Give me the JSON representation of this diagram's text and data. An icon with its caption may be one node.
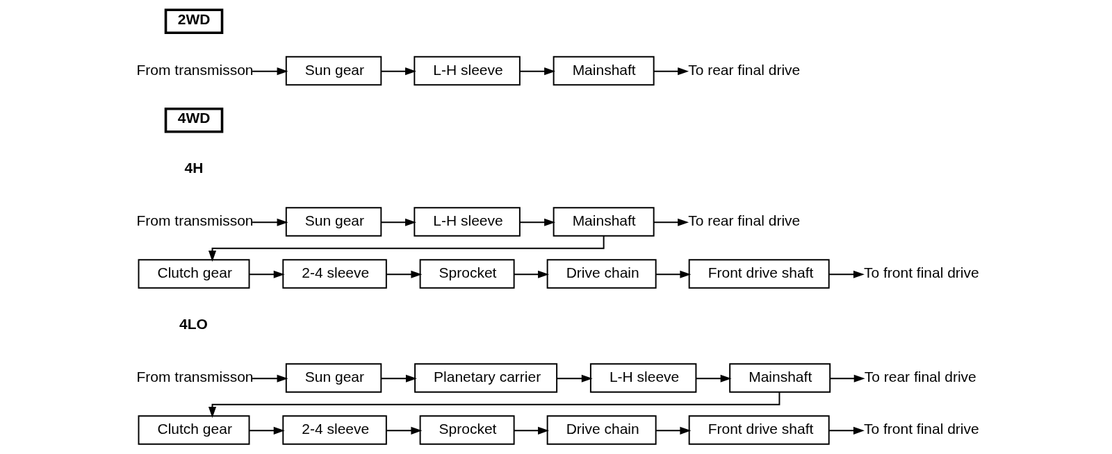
{
  "diagram": {
    "nodes": [
      {
        "text": [
          "2WD"
        ]
      },
      {
        "text": [
          "From transmisson"
        ]
      },
      {
        "text": [
          "Sun gear"
        ]
      },
      {
        "text": [
          "L-H sleeve"
        ]
      },
      {
        "text": [
          "Mainshaft"
        ]
      },
      {
        "text": [
          "To rear final drive"
        ]
      },
      {
        "text": [
          "4WD"
        ]
      },
      {
        "text": [
          "From transmisson"
        ]
      },
      {
        "text": [
          "Sun gear"
        ]
      },
      {
        "text": [
          "L-H sleeve"
        ]
      },
      {
        "text": [
          "Mainshaft"
        ]
      },
      {
        "text": [
          "To rear final drive"
        ]
      },
      {
        "text": [
          "Clutch gear"
        ]
      },
      {
        "text": [
          "2-4 sleeve"
        ]
      },
      {
        "text": [
          "Sprocket"
        ]
      },
      {
        "text": [
          "Drive chain"
        ]
      },
      {
        "text": [
          "Front drive shaft"
        ]
      },
      {
        "text": [
          "To front final drive"
        ]
      },
      {
        "text": [
          "From transmisson"
        ]
      },
      {
        "text": [
          "Sun gear"
        ]
      },
      {
        "text": [
          "Planetary carrier"
        ]
      },
      {
        "text": [
          "L-H sleeve"
        ]
      },
      {
        "text": [
          "Mainshaft"
        ]
      },
      {
        "text": [
          "To rear final drive"
        ]
      },
      {
        "text": [
          "Clutch gear"
        ]
      },
      {
        "text": [
          "2-4 sleeve"
        ]
      },
      {
        "text": [
          "Sprocket"
        ]
      },
      {
        "text": [
          "Drive chain"
        ]
      },
      {
        "text": [
          "Front drive shaft"
        ]
      },
      {
        "text": [
          "To front final drive"
        ]
      }
    ],
    "edges": [
      {
        "from": 1,
        "to": 2,
        "arrow": "to"
      },
      {
        "from": 2,
        "to": 3,
        "arrow": "to"
      },
      {
        "from": 3,
        "to": 4,
        "arrow": "to"
      },
      {
        "from": 4,
        "to": 5,
        "arrow": "to"
      },
      {
        "from": 7,
        "to": 8,
        "arrow": "to"
      },
      {
        "from": 8,
        "to": 9,
        "arrow": "to"
      },
      {
        "from": 9,
        "to": 10,
        "arrow": "to"
      },
      {
        "from": 10,
        "to": 11,
        "arrow": "to"
      },
      {
        "from": 10,
        "to": 12,
        "arrow": "to"
      },
      {
        "from": 12,
        "to": 13,
        "arrow": "to"
      },
      {
        "from": 13,
        "to": 14,
        "arrow": "to"
      },
      {
        "from": 14,
        "to": 15,
        "arrow": "to"
      },
      {
        "from": 15,
        "to": 16,
        "arrow": "to"
      },
      {
        "from": 16,
        "to": 17,
        "arrow": "to"
      },
      {
        "from": 18,
        "to": 19,
        "arrow": "to"
      },
      {
        "from": 19,
        "to": 20,
        "arrow": "to"
      },
      {
        "from": 20,
        "to": 21,
        "arrow": "to"
      },
      {
        "from": 21,
        "to": 22,
        "arrow": "to"
      },
      {
        "from": 22,
        "to": 23,
        "arrow": "to"
      },
      {
        "from": 22,
        "to": 24,
        "arrow": "to"
      },
      {
        "from": 24,
        "to": 25,
        "arrow": "to"
      },
      {
        "from": 25,
        "to": 26,
        "arrow": "to"
      },
      {
        "from": 26,
        "to": 27,
        "arrow": "to"
      },
      {
        "from": 27,
        "to": 28,
        "arrow": "to"
      },
      {
        "from": 28,
        "to": 29,
        "arrow": "to"
      }
    ],
    "labels": [
      "4H",
      "4LO"
    ]
  }
}
